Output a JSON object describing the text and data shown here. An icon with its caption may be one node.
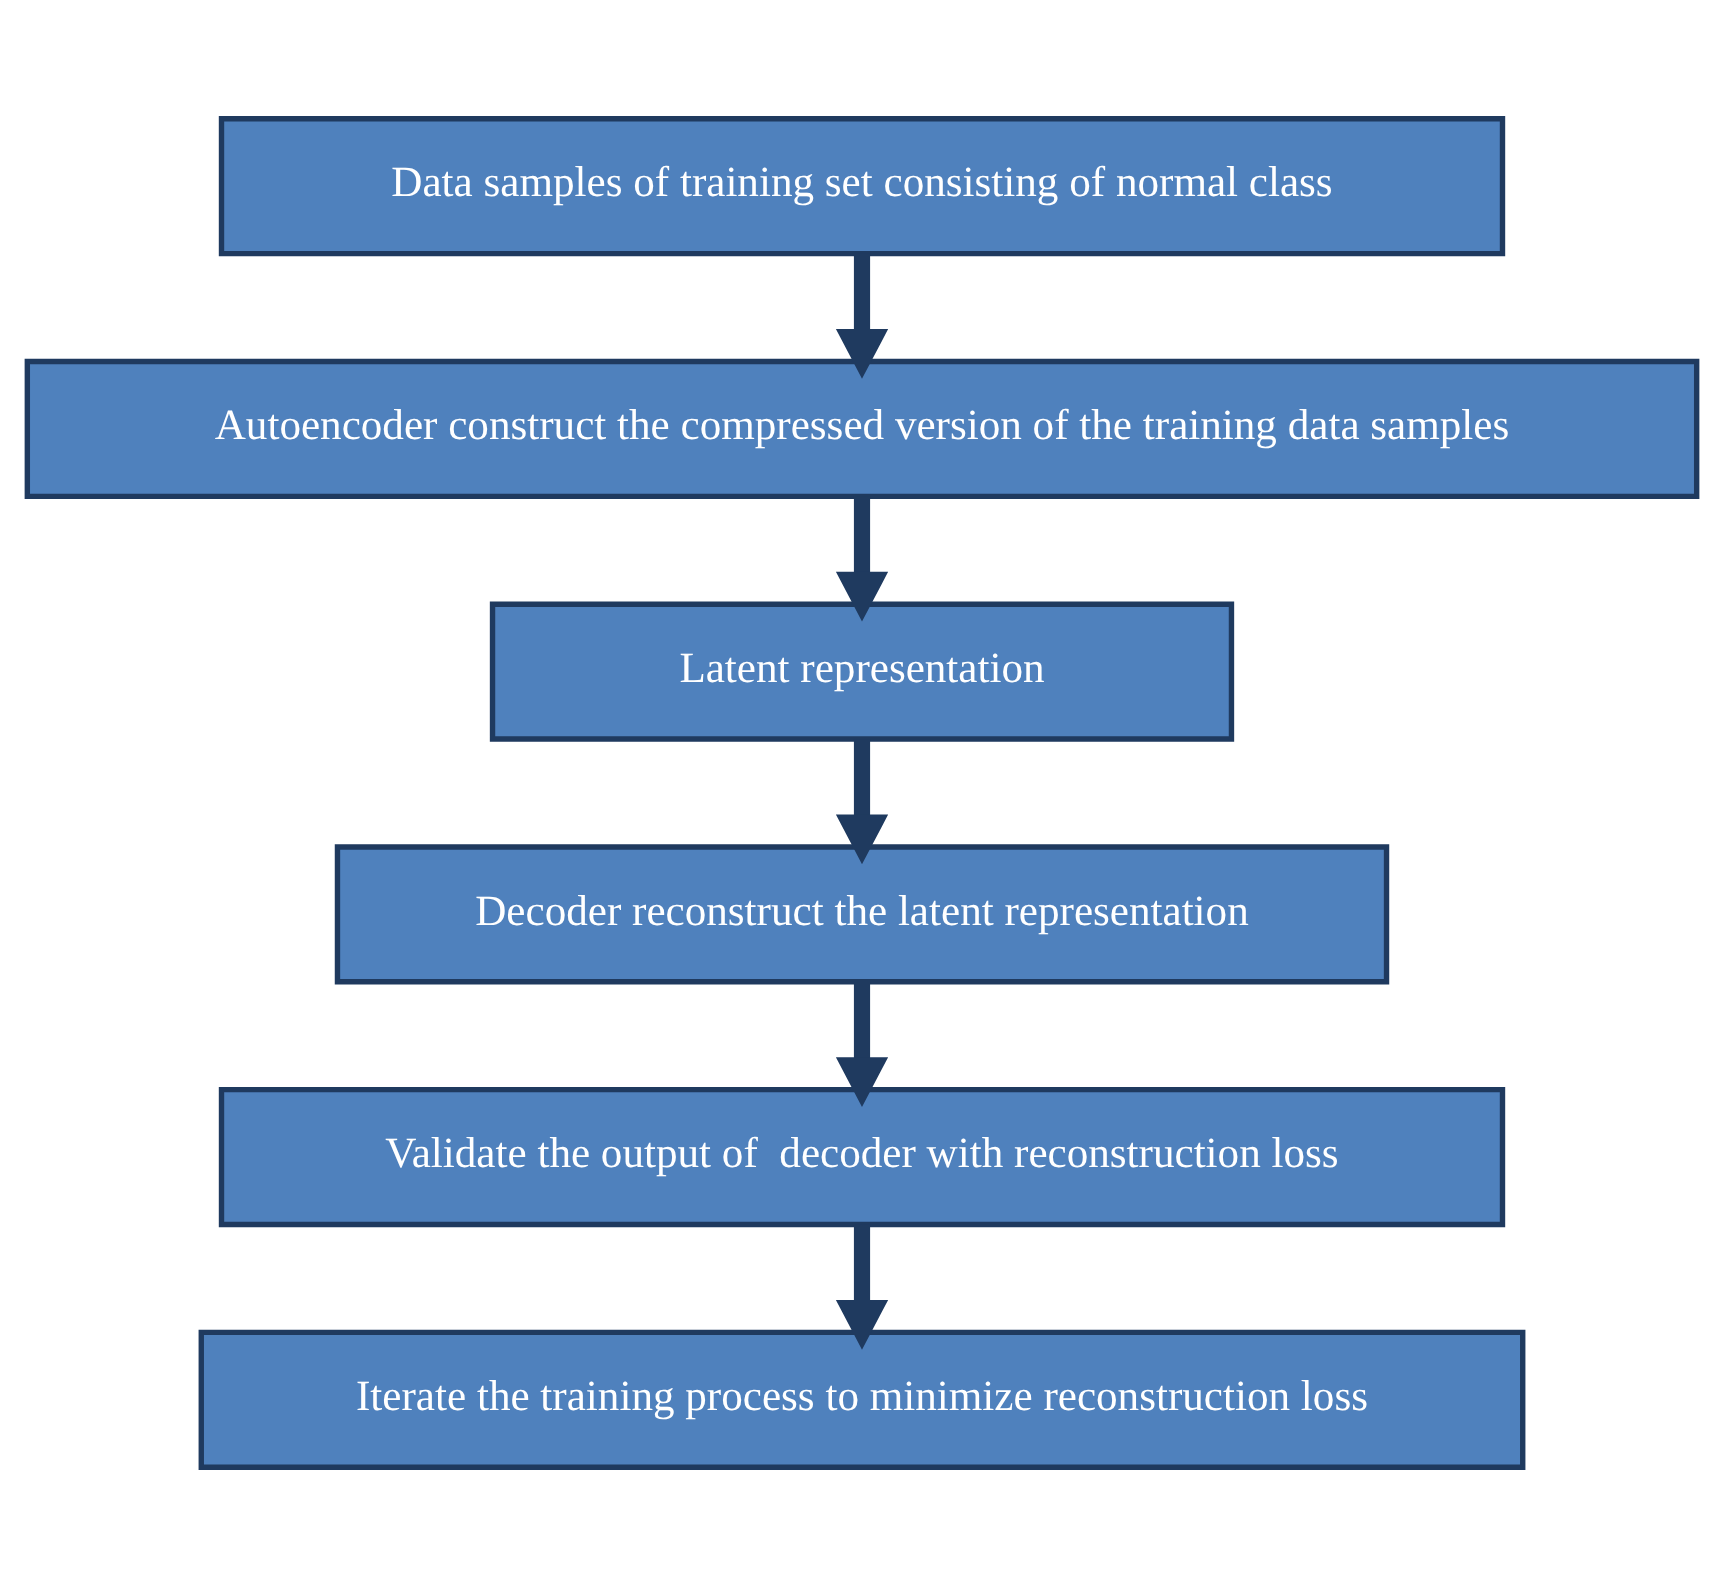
{
  "diagram": {
    "nodes": [
      {
        "text": [
          "Data samples of training set consisting of normal class"
        ]
      },
      {
        "text": [
          "Autoencoder construct the compressed version of the training data samples"
        ]
      },
      {
        "text": [
          "Latent representation"
        ]
      },
      {
        "text": [
          "Decoder reconstruct the latent representation"
        ]
      },
      {
        "text": [
          "Validate the output of  decoder with reconstruction loss"
        ]
      },
      {
        "text": [
          "Iterate the training process to minimize reconstruction loss"
        ]
      }
    ],
    "edges": [
      {
        "from": 0,
        "to": 1,
        "arrow": "to"
      },
      {
        "from": 1,
        "to": 2,
        "arrow": "to"
      },
      {
        "from": 2,
        "to": 3,
        "arrow": "to"
      },
      {
        "from": 3,
        "to": 4,
        "arrow": "to"
      },
      {
        "from": 4,
        "to": 5,
        "arrow": "to"
      }
    ]
  }
}
